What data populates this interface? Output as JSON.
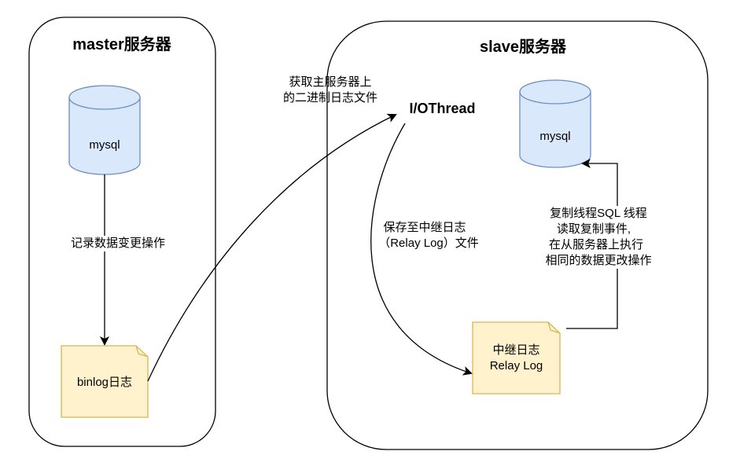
{
  "diagram": {
    "master": {
      "title": "master服务器",
      "db_label": "mysql",
      "binlog_label": "binlog日志",
      "edge_label": "记录数据变更操作"
    },
    "slave": {
      "title": "slave服务器",
      "db_label": "mysql",
      "io_thread_label": "I/OThread",
      "relay_log_line1": "中继日志",
      "relay_log_line2": "Relay Log",
      "save_label_line1": "保存至中继日志",
      "save_label_line2": "（Relay Log）文件",
      "sql_label_line1": "复制线程SQL 线程",
      "sql_label_line2": "读取复制事件,",
      "sql_label_line3": "在从服务器上执行",
      "sql_label_line4": "相同的数据更改操作"
    },
    "transfer_label_line1": "获取主服务器上",
    "transfer_label_line2": "的二进制日志文件",
    "colors": {
      "db_fill": "#dae8fc",
      "db_stroke": "#6c8ebf",
      "note_fill": "#fff2cc",
      "note_stroke": "#d6b656",
      "line": "#000000"
    }
  }
}
